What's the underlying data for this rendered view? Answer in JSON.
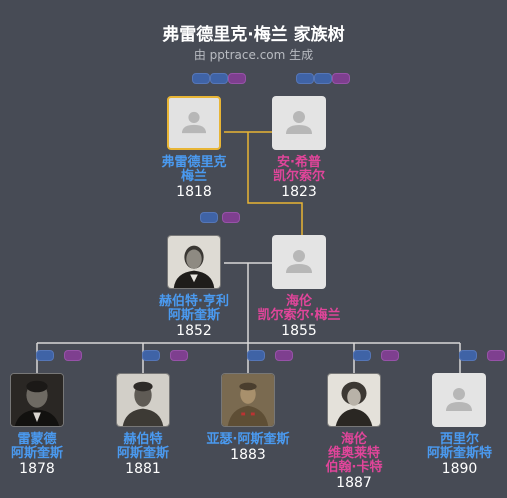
{
  "header": {
    "title": "弗雷德里克·梅兰 家族树",
    "subtitle": "由 pptrace.com 生成"
  },
  "people": [
    {
      "id": "frederick",
      "name_lines": [
        "弗雷德里克",
        "梅兰"
      ],
      "year": "1818",
      "gender": "male",
      "has_photo": false,
      "selected": true
    },
    {
      "id": "ann",
      "name_lines": [
        "安·希普",
        "凯尔索尔"
      ],
      "year": "1823",
      "gender": "female",
      "has_photo": false,
      "selected": false
    },
    {
      "id": "herbert_sr",
      "name_lines": [
        "赫伯特·亨利",
        "阿斯奎斯"
      ],
      "year": "1852",
      "gender": "male",
      "has_photo": true,
      "selected": false
    },
    {
      "id": "helen",
      "name_lines": [
        "海伦",
        "凯尔索尔·梅兰"
      ],
      "year": "1855",
      "gender": "female",
      "has_photo": false,
      "selected": false
    },
    {
      "id": "raymond",
      "name_lines": [
        "雷蒙德",
        "阿斯奎斯"
      ],
      "year": "1878",
      "gender": "male",
      "has_photo": true,
      "selected": false
    },
    {
      "id": "herbert_jr",
      "name_lines": [
        "赫伯特",
        "阿斯奎斯"
      ],
      "year": "1881",
      "gender": "male",
      "has_photo": true,
      "selected": false
    },
    {
      "id": "arthur",
      "name_lines": [
        "亚瑟·阿斯奎斯"
      ],
      "year": "1883",
      "gender": "male",
      "has_photo": true,
      "selected": false
    },
    {
      "id": "helen_v",
      "name_lines": [
        "海伦",
        "维奥莱特",
        "伯翰·卡特"
      ],
      "year": "1887",
      "gender": "female",
      "has_photo": true,
      "selected": false
    },
    {
      "id": "cyril",
      "name_lines": [
        "西里尔",
        "阿斯奎斯特"
      ],
      "year": "1890",
      "gender": "male",
      "has_photo": false,
      "selected": false
    }
  ]
}
